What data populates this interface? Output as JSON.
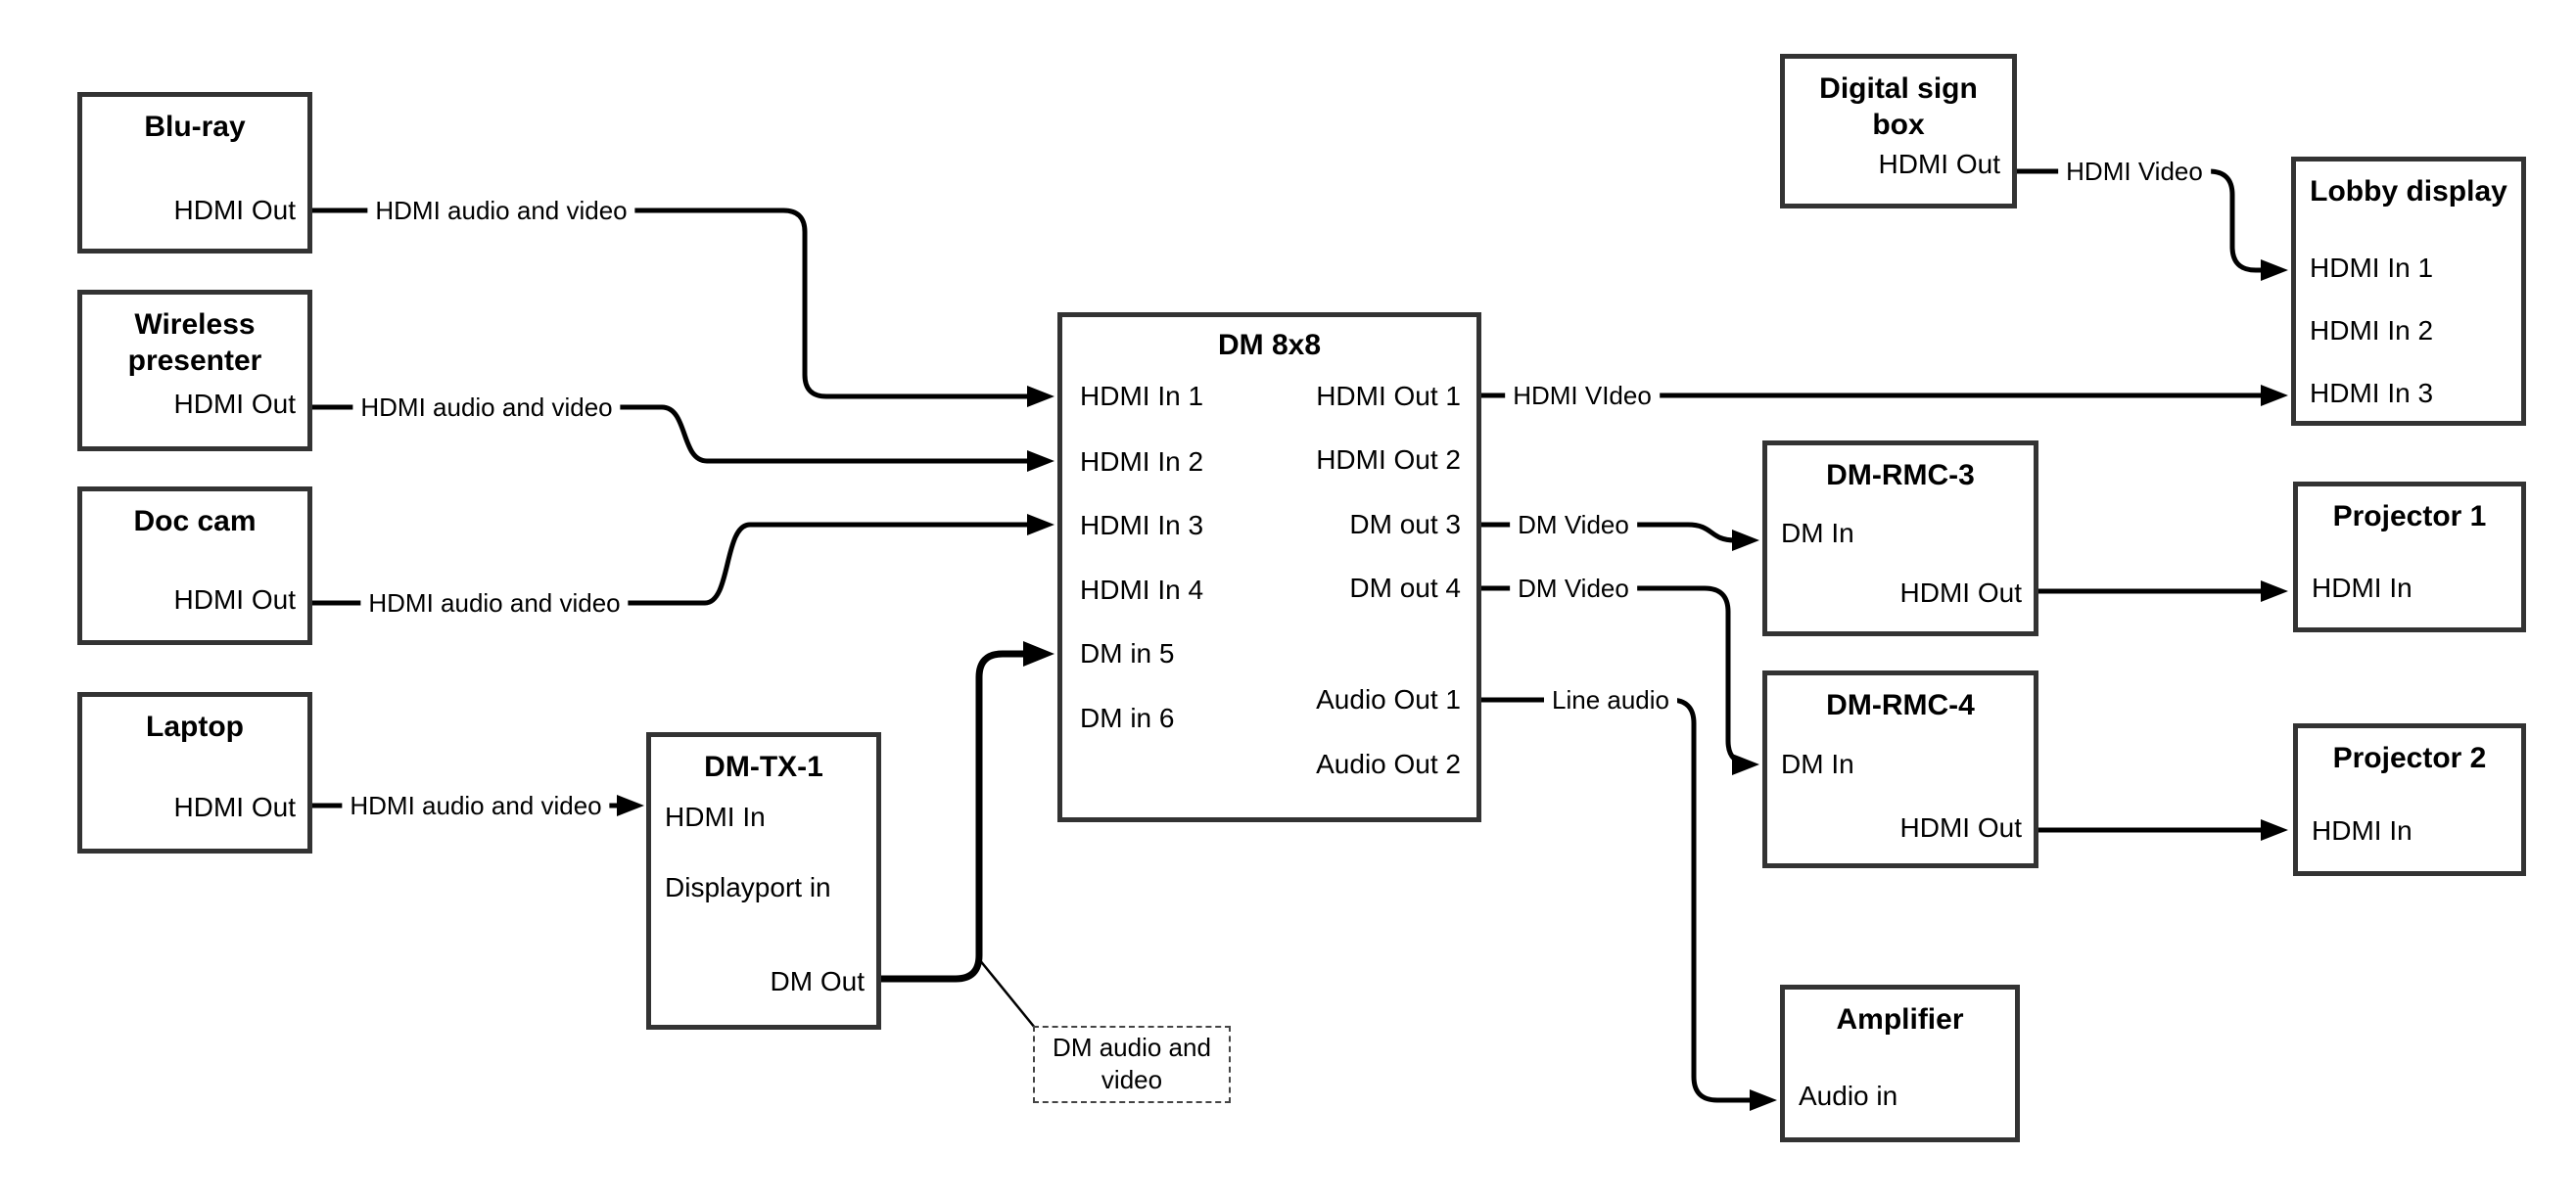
{
  "boxes": {
    "bluray": {
      "title": "Blu-ray",
      "ports": {
        "hdmi_out": "HDMI Out"
      }
    },
    "wireless": {
      "title": "Wireless presenter",
      "ports": {
        "hdmi_out": "HDMI Out"
      }
    },
    "doccam": {
      "title": "Doc cam",
      "ports": {
        "hdmi_out": "HDMI Out"
      }
    },
    "laptop": {
      "title": "Laptop",
      "ports": {
        "hdmi_out": "HDMI Out"
      }
    },
    "dmtx1": {
      "title": "DM-TX-1",
      "ports": {
        "hdmi_in": "HDMI In",
        "displayport_in": "Displayport in",
        "dm_out": "DM Out"
      }
    },
    "dm8x8": {
      "title": "DM 8x8",
      "ports": {
        "in1": "HDMI In 1",
        "in2": "HDMI In 2",
        "in3": "HDMI In 3",
        "in4": "HDMI In 4",
        "in5": "DM in 5",
        "in6": "DM in 6",
        "out1": "HDMI Out 1",
        "out2": "HDMI Out 2",
        "out3": "DM out 3",
        "out4": "DM out 4",
        "audio1": "Audio Out 1",
        "audio2": "Audio Out 2"
      }
    },
    "digital_sign": {
      "title": "Digital sign box",
      "ports": {
        "hdmi_out": "HDMI Out"
      }
    },
    "lobby": {
      "title": "Lobby display",
      "ports": {
        "in1": "HDMI In 1",
        "in2": "HDMI In 2",
        "in3": "HDMI In 3"
      }
    },
    "dmrmc3": {
      "title": "DM-RMC-3",
      "ports": {
        "dm_in": "DM In",
        "hdmi_out": "HDMI Out"
      }
    },
    "proj1": {
      "title": "Projector 1",
      "ports": {
        "hdmi_in": "HDMI In"
      }
    },
    "dmrmc4": {
      "title": "DM-RMC-4",
      "ports": {
        "dm_in": "DM In",
        "hdmi_out": "HDMI Out"
      }
    },
    "proj2": {
      "title": "Projector 2",
      "ports": {
        "hdmi_in": "HDMI In"
      }
    },
    "amplifier": {
      "title": "Amplifier",
      "ports": {
        "audio_in": "Audio in"
      }
    }
  },
  "connections": {
    "bluray_to_dm8x8_in1": {
      "label": "HDMI audio and video"
    },
    "wireless_to_dm8x8_in2": {
      "label": "HDMI audio and video"
    },
    "doccam_to_dm8x8_in3": {
      "label": "HDMI audio and video"
    },
    "laptop_to_dmtx1": {
      "label": "HDMI audio and video"
    },
    "dm8x8_out1_to_lobby": {
      "label": "HDMI VIdeo"
    },
    "sign_to_lobby": {
      "label": "HDMI Video"
    },
    "dm8x8_out3_to_dmrmc3": {
      "label": "DM Video"
    },
    "dm8x8_out4_to_dmrmc4": {
      "label": "DM Video"
    },
    "dm8x8_audio1_to_amp": {
      "label": "Line audio"
    }
  },
  "note": {
    "text": "DM audio and video"
  },
  "colors": {
    "line": "#000000",
    "box_border": "#333333",
    "background": "#ffffff"
  }
}
